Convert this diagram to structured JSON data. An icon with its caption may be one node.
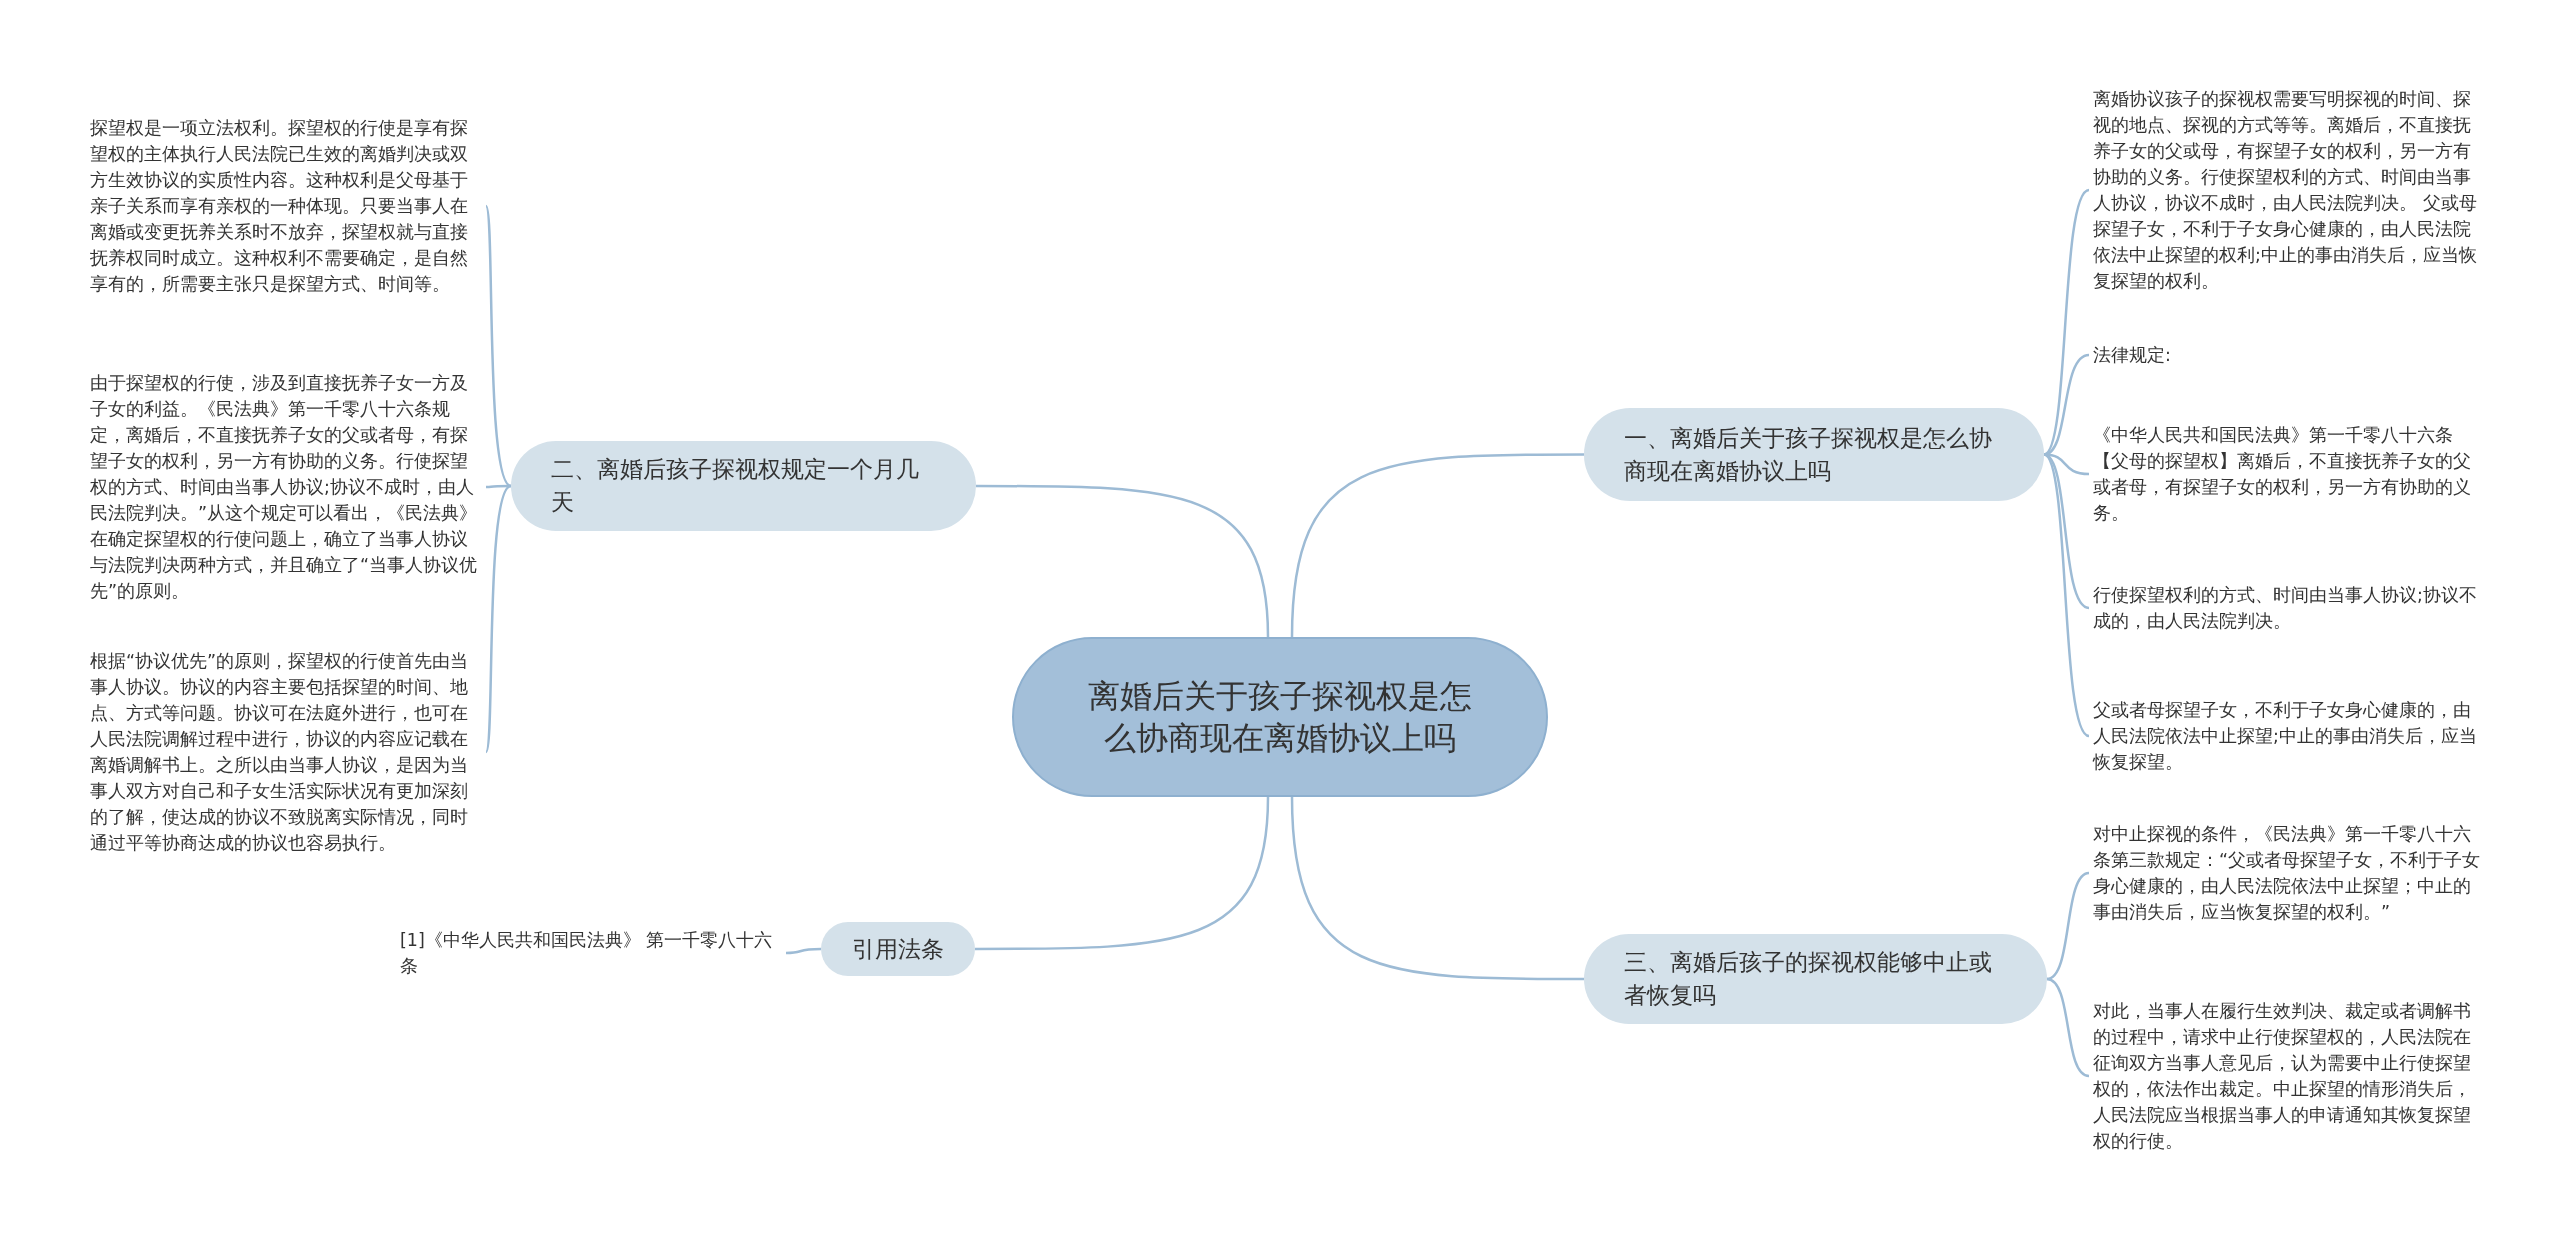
{
  "diagram": {
    "nodes": [
      {
        "text": [
          "离婚后关于孩子探视权是怎么协商现在离婚协议上吗"
        ]
      },
      {
        "text": [
          "一、离婚后关于孩子探视权是怎么协商现在离婚协议上吗"
        ]
      },
      {
        "text": [
          "离婚协议孩子的探视权需要写明探视的时间、探视的地点、探视的方式等等。离婚后，不直接抚养子女的父或母，有探望子女的权利，另一方有协助的义务。行使探望权利的方式、时间由当事人协议，协议不成时，由人民法院判决。 父或母探望子女，不利于子女身心健康的，由人民法院依法中止探望的权利;中止的事由消失后，应当恢复探望的权利。"
        ]
      },
      {
        "text": [
          "法律规定:"
        ]
      },
      {
        "text": [
          "《中华人民共和国民法典》第一千零八十六条【父母的探望权】离婚后，不直接抚养子女的父或者母，有探望子女的权利，另一方有协助的义务。"
        ]
      },
      {
        "text": [
          "行使探望权利的方式、时间由当事人协议;协议不成的，由人民法院判决。"
        ]
      },
      {
        "text": [
          "父或者母探望子女，不利于子女身心健康的，由人民法院依法中止探望;中止的事由消失后，应当恢复探望。"
        ]
      },
      {
        "text": [
          "二、离婚后孩子探视权规定一个月几天"
        ]
      },
      {
        "text": [
          "探望权是一项立法权利。探望权的行使是享有探望权的主体执行人民法院已生效的离婚判决或双方生效协议的实质性内容。这种权利是父母基于亲子关系而享有亲权的一种体现。只要当事人在离婚或变更抚养关系时不放弃，探望权就与直接抚养权同时成立。这种权利不需要确定，是自然享有的，所需要主张只是探望方式、时间等。"
        ]
      },
      {
        "text": [
          "由于探望权的行使，涉及到直接抚养子女一方及子女的利益。《民法典》第一千零八十六条规定，离婚后，不直接抚养子女的父或者母，有探望子女的权利，另一方有协助的义务。行使探望权的方式、时间由当事人协议;协议不成时，由人民法院判决。”从这个规定可以看出，《民法典》在确定探望权的行使问题上，确立了当事人协议与法院判决两种方式，并且确立了“当事人协议优先”的原则。"
        ]
      },
      {
        "text": [
          "根据“协议优先”的原则，探望权的行使首先由当事人协议。协议的内容主要包括探望的时间、地点、方式等问题。协议可在法庭外进行，也可在人民法院调解过程中进行，协议的内容应记载在离婚调解书上。之所以由当事人协议，是因为当事人双方对自己和子女生活实际状况有更加深刻的了解，使达成的协议不致脱离实际情况，同时通过平等协商达成的协议也容易执行。"
        ]
      },
      {
        "text": [
          "三、离婚后孩子的探视权能够中止或者恢复吗"
        ]
      },
      {
        "text": [
          "对中止探视的条件，《民法典》第一千零八十六条第三款规定：“父或者母探望子女，不利于子女身心健康的，由人民法院依法中止探望；中止的事由消失后，应当恢复探望的权利。”"
        ]
      },
      {
        "text": [
          "对此，当事人在履行生效判决、裁定或者调解书的过程中，请求中止行使探望权的，人民法院在征询双方当事人意见后，认为需要中止行使探望权的，依法作出裁定。中止探望的情形消失后，人民法院应当根据当事人的申请通知其恢复探望权的行使。"
        ]
      },
      {
        "text": [
          "引用法条"
        ]
      },
      {
        "text": [
          "[1]《中华人民共和国民法典》 第一千零八十六条"
        ]
      }
    ],
    "edges": [
      {
        "from": 0,
        "to": 1,
        "arrow": "none"
      },
      {
        "from": 1,
        "to": 2,
        "arrow": "none"
      },
      {
        "from": 1,
        "to": 3,
        "arrow": "none"
      },
      {
        "from": 1,
        "to": 4,
        "arrow": "none"
      },
      {
        "from": 1,
        "to": 5,
        "arrow": "none"
      },
      {
        "from": 1,
        "to": 6,
        "arrow": "none"
      },
      {
        "from": 0,
        "to": 7,
        "arrow": "none"
      },
      {
        "from": 7,
        "to": 8,
        "arrow": "none"
      },
      {
        "from": 7,
        "to": 9,
        "arrow": "none"
      },
      {
        "from": 7,
        "to": 10,
        "arrow": "none"
      },
      {
        "from": 0,
        "to": 11,
        "arrow": "none"
      },
      {
        "from": 11,
        "to": 12,
        "arrow": "none"
      },
      {
        "from": 11,
        "to": 13,
        "arrow": "none"
      },
      {
        "from": 0,
        "to": 14,
        "arrow": "none"
      },
      {
        "from": 14,
        "to": 15,
        "arrow": "none"
      }
    ]
  }
}
